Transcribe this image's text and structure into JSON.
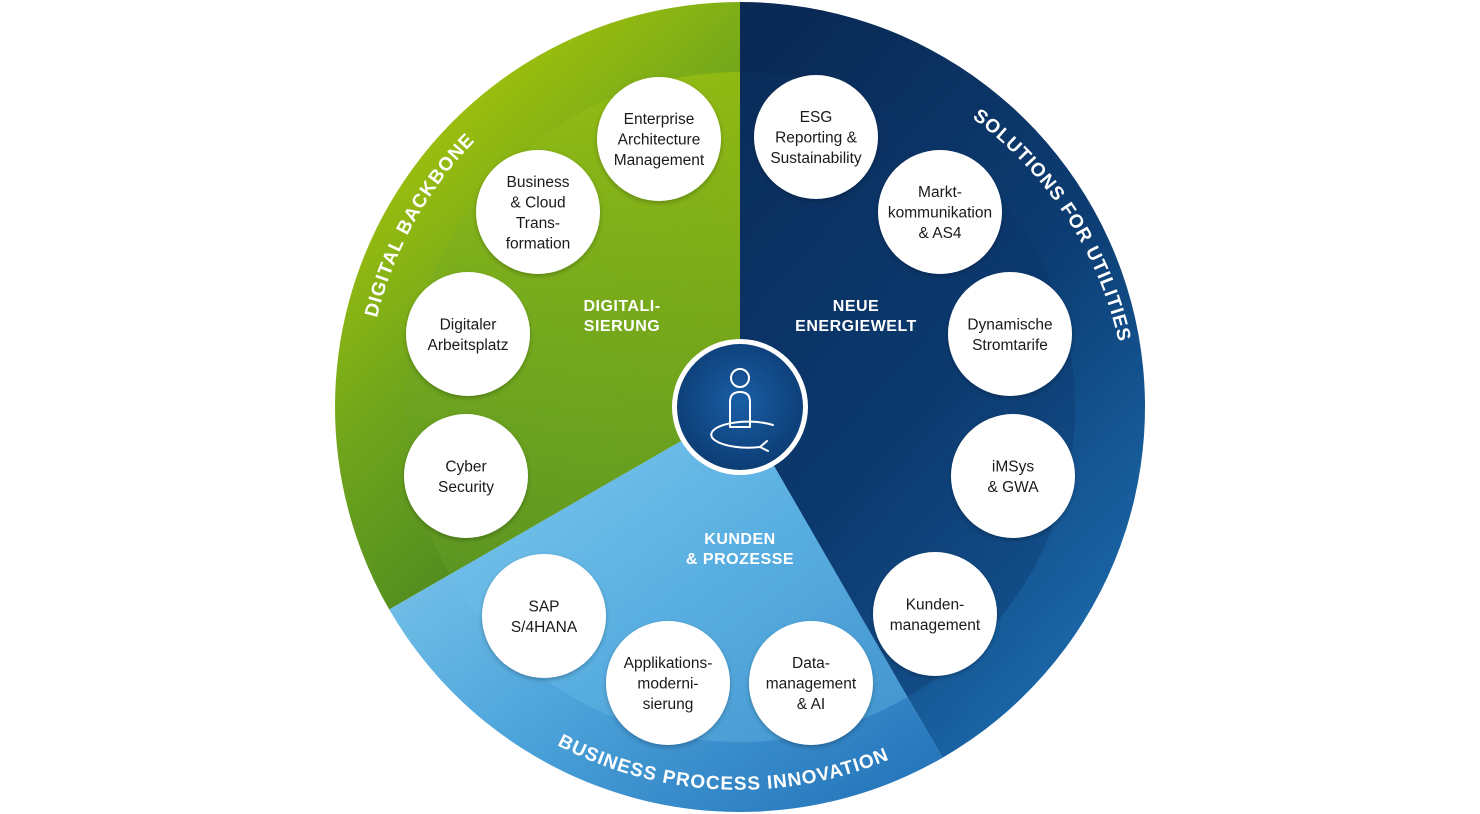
{
  "ring_labels": {
    "left": "DIGITAL BACKBONE",
    "right": "SOLUTIONS FOR UTILITIES",
    "bottom": "BUSINESS  PROCESS INNOVATION"
  },
  "sectors": {
    "digitalisierung": [
      "DIGITALI-",
      "SIERUNG"
    ],
    "neue_energiewelt": [
      "NEUE",
      "ENERGIEWELT"
    ],
    "kunden_prozesse": [
      "KUNDEN",
      "& PROZESSE"
    ]
  },
  "center": {
    "icon": "person-rotate-icon"
  },
  "nodes": [
    {
      "id": "enterprise-architecture",
      "lines": [
        "Enterprise",
        "Architecture",
        "Management"
      ]
    },
    {
      "id": "business-cloud",
      "lines": [
        "Business",
        "& Cloud",
        "Trans-",
        "formation"
      ]
    },
    {
      "id": "digitaler-arbeitsplatz",
      "lines": [
        "Digitaler",
        "Arbeitsplatz"
      ]
    },
    {
      "id": "cyber-security",
      "lines": [
        "Cyber",
        "Security"
      ]
    },
    {
      "id": "sap-s4hana",
      "lines": [
        "SAP",
        "S/4HANA"
      ]
    },
    {
      "id": "applikationsmodernisierung",
      "lines": [
        "Applikations-",
        "moderni-",
        "sierung"
      ]
    },
    {
      "id": "datamanagement-ai",
      "lines": [
        "Data-",
        "management",
        "& AI"
      ]
    },
    {
      "id": "kundenmanagement",
      "lines": [
        "Kunden-",
        "management"
      ]
    },
    {
      "id": "imsys-gwa",
      "lines": [
        "iMSys",
        "& GWA"
      ]
    },
    {
      "id": "dynamische-stromtarife",
      "lines": [
        "Dynamische",
        "Stromtarife"
      ]
    },
    {
      "id": "marktkommunikation",
      "lines": [
        "Markt-",
        "kommunikation",
        "& AS4"
      ]
    },
    {
      "id": "esg-reporting",
      "lines": [
        "ESG",
        "Reporting &",
        "Sustainability"
      ]
    }
  ],
  "colors": {
    "green_light": "#c4d600",
    "green_dark": "#4f8a1e",
    "navy": "#0a2f5c",
    "blue": "#1e6fb3",
    "light_blue": "#7fcbee",
    "center_fill": "#0f4b8c"
  }
}
